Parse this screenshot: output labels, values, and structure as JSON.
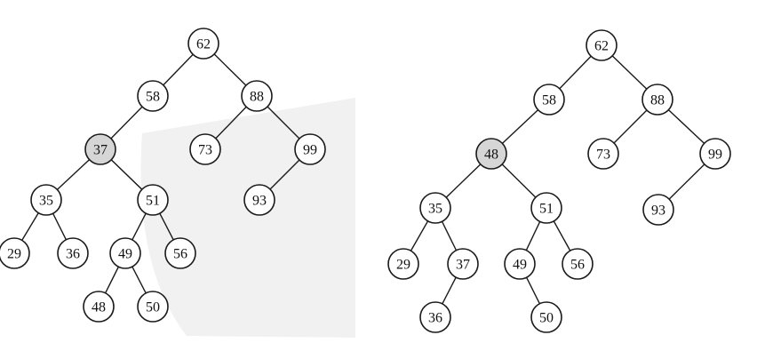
{
  "colors": {
    "node_fill": "#ffffff",
    "highlight_fill": "#d6d6d6",
    "stroke": "#1a1a1a",
    "watermark": "#ececec"
  },
  "trees": [
    {
      "id": "tree-before",
      "nodes": [
        {
          "id": "62",
          "label": "62",
          "highlight": false
        },
        {
          "id": "58",
          "label": "58",
          "highlight": false
        },
        {
          "id": "88",
          "label": "88",
          "highlight": false
        },
        {
          "id": "37",
          "label": "37",
          "highlight": true
        },
        {
          "id": "73",
          "label": "73",
          "highlight": false
        },
        {
          "id": "99",
          "label": "99",
          "highlight": false
        },
        {
          "id": "35",
          "label": "35",
          "highlight": false
        },
        {
          "id": "51",
          "label": "51",
          "highlight": false
        },
        {
          "id": "93",
          "label": "93",
          "highlight": false
        },
        {
          "id": "29",
          "label": "29",
          "highlight": false
        },
        {
          "id": "36",
          "label": "36",
          "highlight": false
        },
        {
          "id": "49",
          "label": "49",
          "highlight": false
        },
        {
          "id": "56",
          "label": "56",
          "highlight": false
        },
        {
          "id": "48",
          "label": "48",
          "highlight": false
        },
        {
          "id": "50",
          "label": "50",
          "highlight": false
        }
      ],
      "edges": [
        [
          "62",
          "58"
        ],
        [
          "62",
          "88"
        ],
        [
          "58",
          "37"
        ],
        [
          "88",
          "73"
        ],
        [
          "88",
          "99"
        ],
        [
          "37",
          "35"
        ],
        [
          "37",
          "51"
        ],
        [
          "99",
          "93"
        ],
        [
          "35",
          "29"
        ],
        [
          "35",
          "36"
        ],
        [
          "51",
          "49"
        ],
        [
          "51",
          "56"
        ],
        [
          "49",
          "48"
        ],
        [
          "49",
          "50"
        ]
      ]
    },
    {
      "id": "tree-after",
      "nodes": [
        {
          "id": "62",
          "label": "62",
          "highlight": false
        },
        {
          "id": "58",
          "label": "58",
          "highlight": false
        },
        {
          "id": "88",
          "label": "88",
          "highlight": false
        },
        {
          "id": "48",
          "label": "48",
          "highlight": true
        },
        {
          "id": "73",
          "label": "73",
          "highlight": false
        },
        {
          "id": "99",
          "label": "99",
          "highlight": false
        },
        {
          "id": "35",
          "label": "35",
          "highlight": false
        },
        {
          "id": "51",
          "label": "51",
          "highlight": false
        },
        {
          "id": "93",
          "label": "93",
          "highlight": false
        },
        {
          "id": "29",
          "label": "29",
          "highlight": false
        },
        {
          "id": "37",
          "label": "37",
          "highlight": false
        },
        {
          "id": "49",
          "label": "49",
          "highlight": false
        },
        {
          "id": "56",
          "label": "56",
          "highlight": false
        },
        {
          "id": "36",
          "label": "36",
          "highlight": false
        },
        {
          "id": "50",
          "label": "50",
          "highlight": false
        }
      ],
      "edges": [
        [
          "62",
          "58"
        ],
        [
          "62",
          "88"
        ],
        [
          "58",
          "48"
        ],
        [
          "88",
          "73"
        ],
        [
          "88",
          "99"
        ],
        [
          "48",
          "35"
        ],
        [
          "48",
          "51"
        ],
        [
          "99",
          "93"
        ],
        [
          "35",
          "29"
        ],
        [
          "35",
          "37"
        ],
        [
          "37",
          "36"
        ],
        [
          "51",
          "49"
        ],
        [
          "51",
          "56"
        ],
        [
          "49",
          "50"
        ]
      ]
    }
  ]
}
